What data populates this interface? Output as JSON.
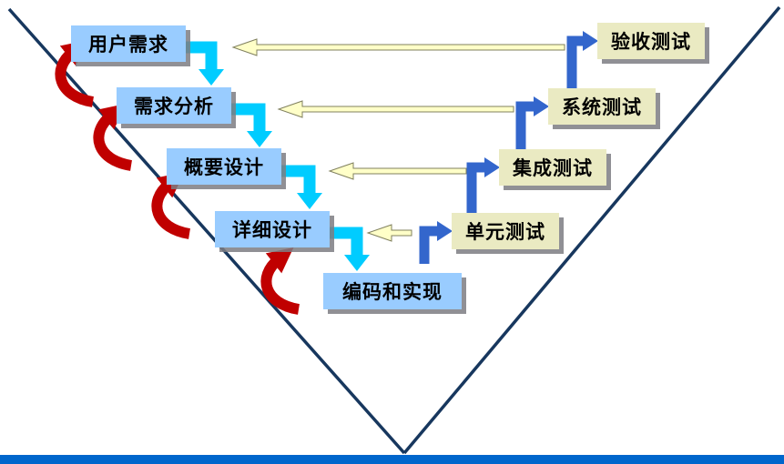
{
  "diagram": {
    "left_boxes": [
      {
        "label": "用户需求"
      },
      {
        "label": "需求分析"
      },
      {
        "label": "概要设计"
      },
      {
        "label": "详细设计"
      },
      {
        "label": "编码和实现"
      }
    ],
    "right_boxes": [
      {
        "label": "验收测试"
      },
      {
        "label": "系统测试"
      },
      {
        "label": "集成测试"
      },
      {
        "label": "单元测试"
      }
    ],
    "colors": {
      "left_box_fill": "#99CCFF",
      "right_box_fill": "#EAEAC2",
      "cyan_arrow": "#00CCFF",
      "blue_arrow": "#3366CC",
      "yellow_arrow_fill": "#FFFFC8",
      "yellow_arrow_stroke": "#80805E",
      "red_arrow": "#C00000",
      "v_line": "#17375E",
      "bottom_bar": "#0066CC"
    }
  }
}
